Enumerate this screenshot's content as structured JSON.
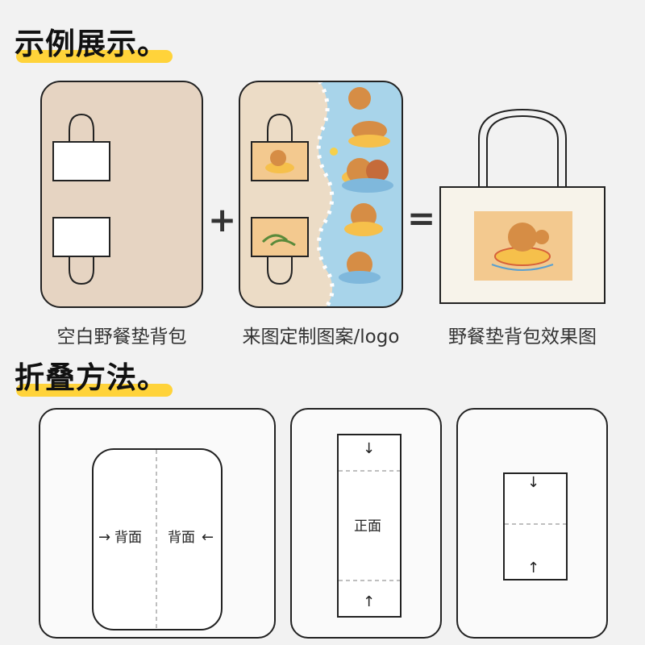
{
  "section1": {
    "title": "示例展示。"
  },
  "section2": {
    "title": "折叠方法。"
  },
  "captions": {
    "blank": "空白野餐垫背包",
    "custom": "来图定制图案/logo",
    "result": "野餐垫背包效果图"
  },
  "symbols": {
    "plus": "+",
    "equals": "="
  },
  "fold": {
    "back_left": "背面",
    "back_right": "背面",
    "front": "正面",
    "arrow_right": "→",
    "arrow_left": "←",
    "arrow_down": "↓",
    "arrow_up": "↑"
  },
  "colors": {
    "highlight": "#ffd33a",
    "mat_beige": "#e6d4c2",
    "water_blue": "#a8d4ea",
    "capybara": "#d68d45",
    "ring_yellow": "#f6c04b"
  }
}
